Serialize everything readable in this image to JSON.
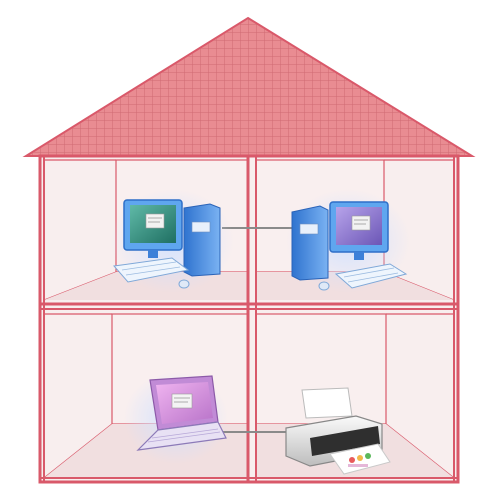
{
  "scene": {
    "type": "home-network-house",
    "colors": {
      "house_line": "#d9596a",
      "roof_fill": "#e98c92",
      "roof_grid": "#cf6a73",
      "wall_fill": "#f6eaea",
      "floor_fill": "#efd9da",
      "cable": "#8a8a8a",
      "monitor_screen_green": "#2f8a7a",
      "monitor_screen_violet": "#8d74c8",
      "laptop_screen": "#d38fd6",
      "pc_body_blue": "#4b8fe0"
    },
    "rooms": [
      {
        "id": "upper-left",
        "device": "desktop-computer",
        "screen": "green",
        "icon": "desktop-computer-icon"
      },
      {
        "id": "upper-right",
        "device": "desktop-computer",
        "screen": "violet",
        "icon": "desktop-computer-icon"
      },
      {
        "id": "lower-left",
        "device": "laptop",
        "screen": "pink",
        "icon": "laptop-icon"
      },
      {
        "id": "lower-right",
        "device": "printer",
        "icon": "printer-icon"
      }
    ],
    "connections": [
      {
        "from": "upper-left",
        "to": "upper-right"
      },
      {
        "from": "lower-left",
        "to": "lower-right"
      }
    ]
  }
}
